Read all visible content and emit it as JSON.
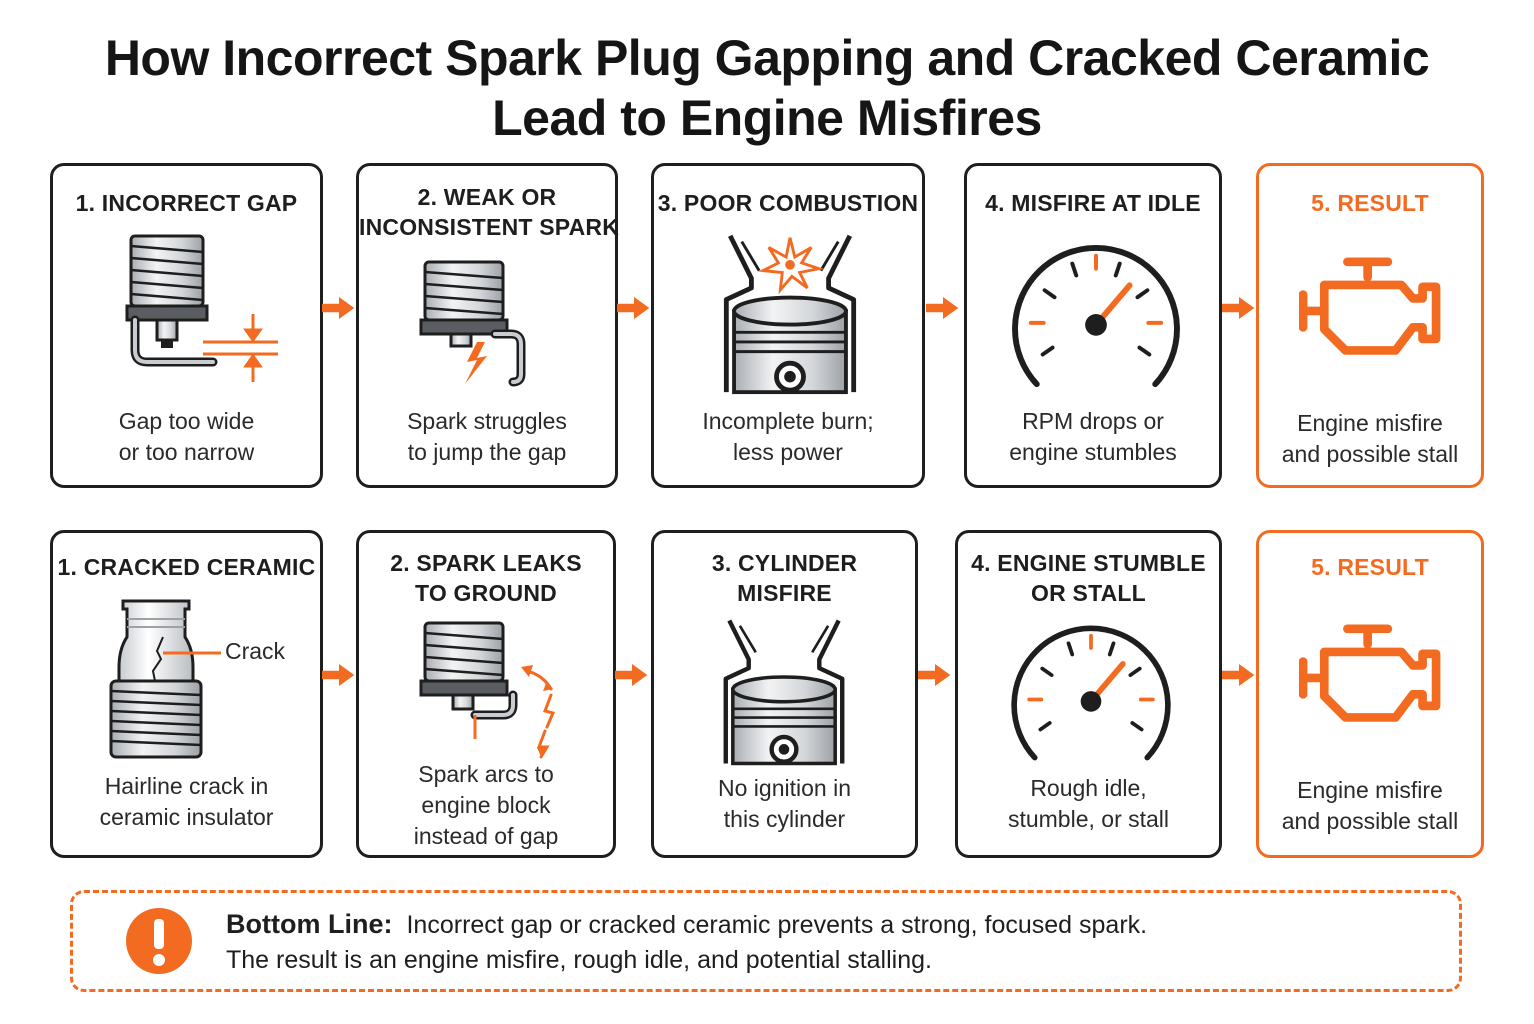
{
  "title": {
    "line1": "How Incorrect Spark Plug Gapping and Cracked Ceramic",
    "line2": "Lead to Engine Misfires"
  },
  "colors": {
    "accent": "#f26b21",
    "outline": "#1e1e1e",
    "metal": "#c9ccd0"
  },
  "row1": [
    {
      "title1": "1. INCORRECT GAP",
      "title2": "",
      "desc1": "Gap too wide",
      "desc2": "or too narrow",
      "icon": "spark-plug-gap-icon"
    },
    {
      "title1": "2. WEAK OR",
      "title2": "INCONSISTENT SPARK",
      "desc1": "Spark struggles",
      "desc2": "to jump the gap",
      "icon": "weak-spark-icon"
    },
    {
      "title1": "3. POOR COMBUSTION",
      "title2": "",
      "desc1": "Incomplete burn;",
      "desc2": "less power",
      "icon": "piston-combustion-icon"
    },
    {
      "title1": "4. MISFIRE AT IDLE",
      "title2": "",
      "desc1": "RPM drops or",
      "desc2": "engine stumbles",
      "icon": "tachometer-icon"
    },
    {
      "title1": "5. RESULT",
      "title2": "",
      "desc1": "Engine misfire",
      "desc2": "and possible stall",
      "icon": "check-engine-icon"
    }
  ],
  "row2": [
    {
      "title1": "1. CRACKED CERAMIC",
      "title2": "",
      "desc1": "Hairline crack in",
      "desc2": "ceramic insulator",
      "desc3": "",
      "icon": "cracked-insulator-icon",
      "callout": "Crack"
    },
    {
      "title1": "2. SPARK LEAKS",
      "title2": "TO GROUND",
      "desc1": "Spark arcs to",
      "desc2": "engine block",
      "desc3": "instead of gap",
      "icon": "spark-leak-icon"
    },
    {
      "title1": "3. CYLINDER",
      "title2": "MISFIRE",
      "desc1": "No ignition in",
      "desc2": "this cylinder",
      "desc3": "",
      "icon": "piston-no-ignition-icon"
    },
    {
      "title1": "4. ENGINE STUMBLE",
      "title2": "OR STALL",
      "desc1": "Rough idle,",
      "desc2": "stumble, or stall",
      "desc3": "",
      "icon": "tachometer-icon"
    },
    {
      "title1": "5. RESULT",
      "title2": "",
      "desc1": "Engine misfire",
      "desc2": "and possible stall",
      "desc3": "",
      "icon": "check-engine-icon"
    }
  ],
  "bottom": {
    "label": "Bottom Line:",
    "line1": "Incorrect gap or cracked ceramic prevents a strong, focused spark.",
    "line2": "The result is an engine misfire, rough idle, and potential stalling.",
    "icon": "exclamation-icon"
  }
}
